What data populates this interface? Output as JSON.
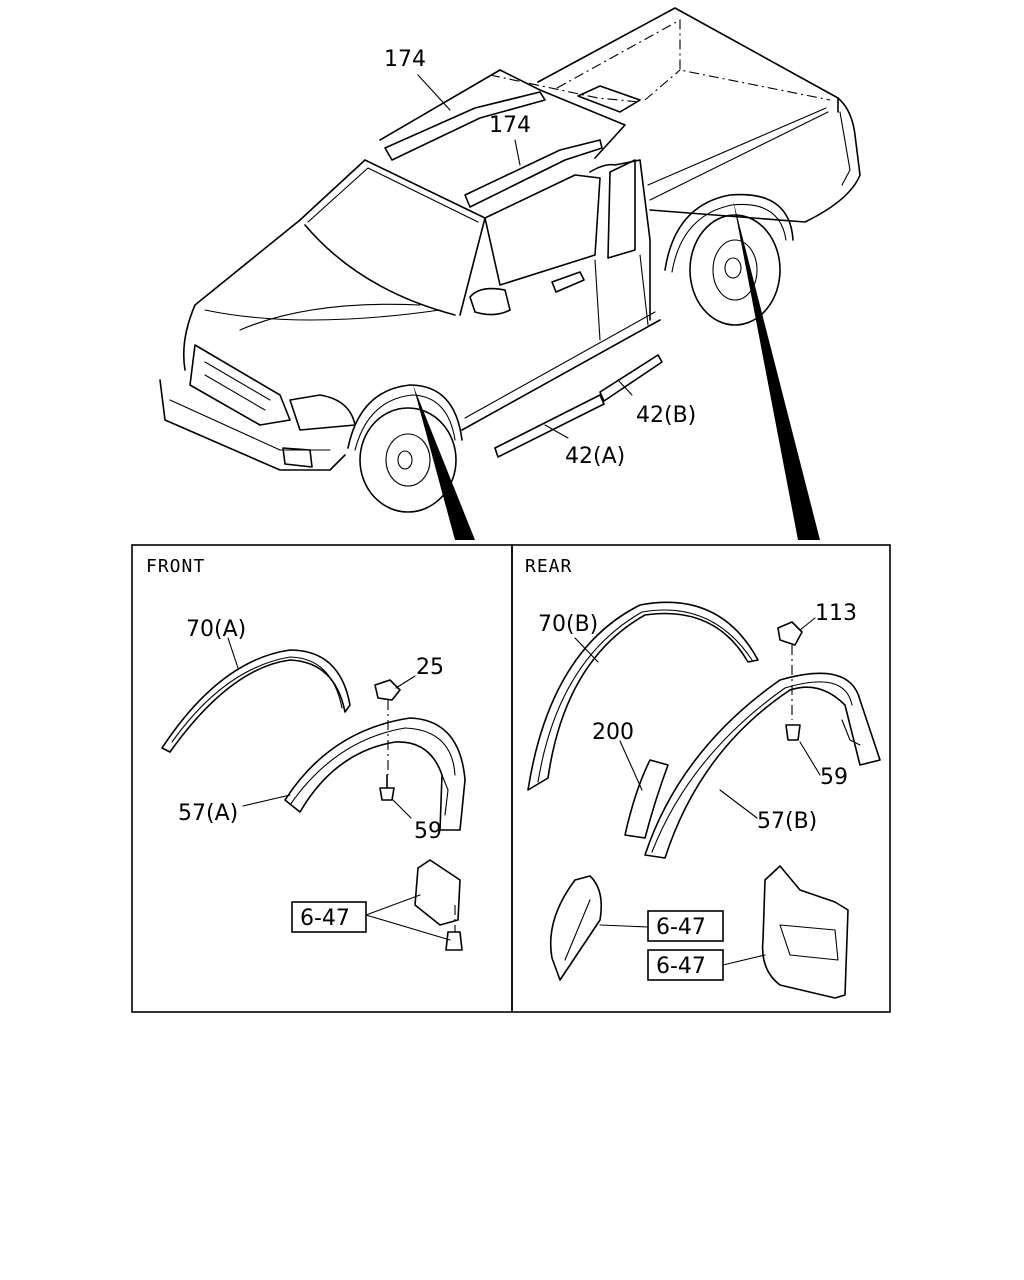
{
  "diagram": {
    "truck_callouts": {
      "roof_left": "174",
      "roof_right": "174",
      "molding_b": "42(B)",
      "molding_a": "42(A)"
    },
    "front": {
      "title": "FRONT",
      "arch_70a": "70(A)",
      "clip_25": "25",
      "flare_57a": "57(A)",
      "screw_59": "59",
      "ref_6_47": "6-47"
    },
    "rear": {
      "title": "REAR",
      "arch_70b": "70(B)",
      "clip_113": "113",
      "piece_200": "200",
      "screw_59": "59",
      "flare_57b": "57(B)",
      "ref_6_47_a": "6-47",
      "ref_6_47_b": "6-47"
    }
  }
}
